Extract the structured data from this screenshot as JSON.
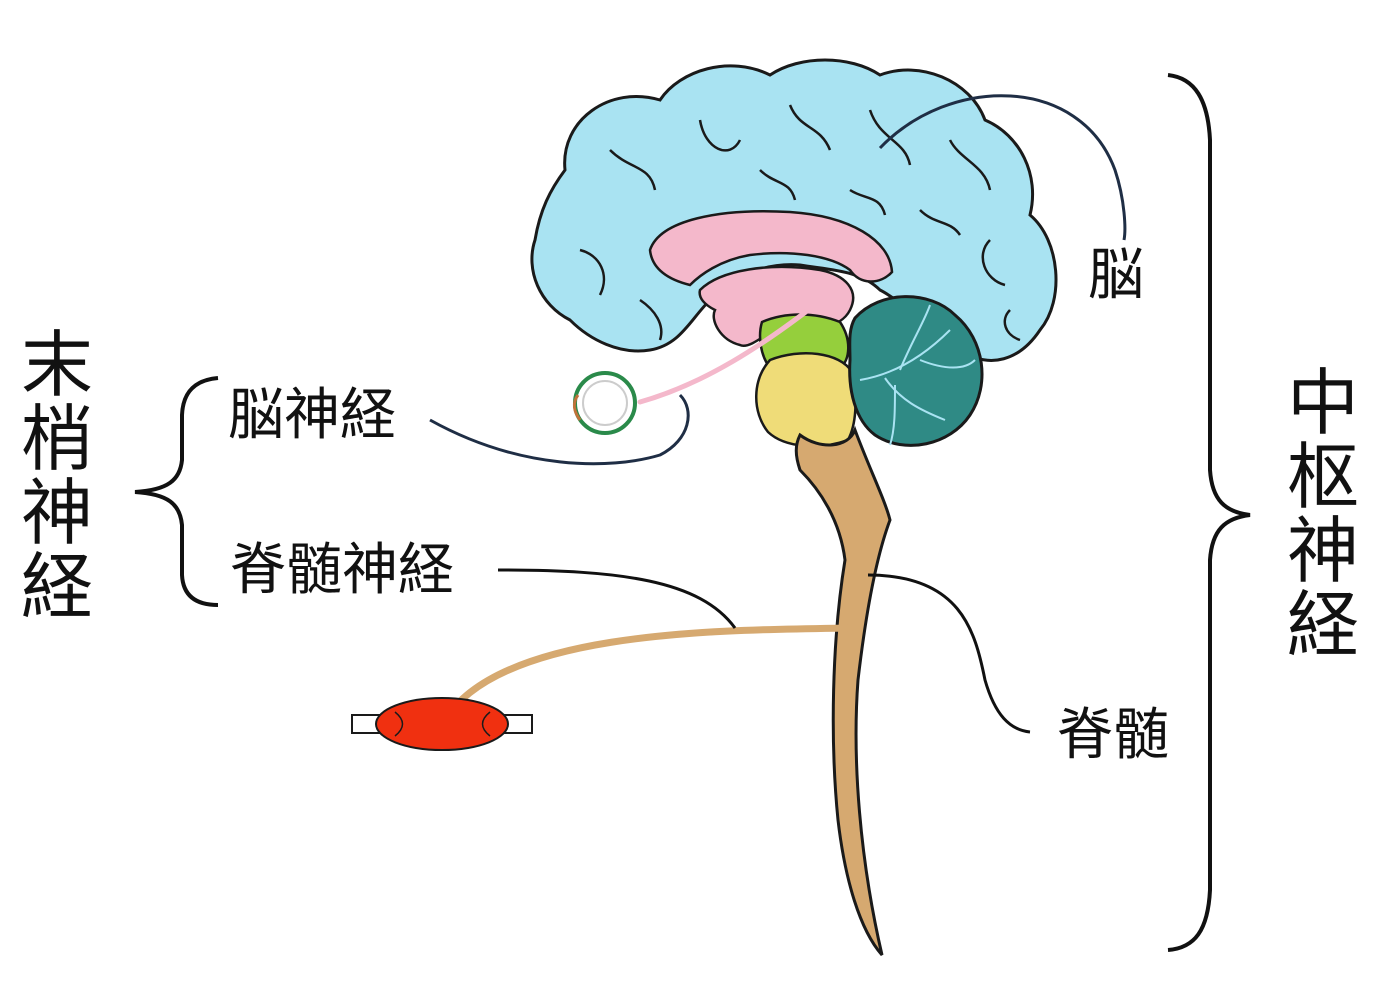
{
  "labels": {
    "peripheral": "末梢神経",
    "central": "中枢神経",
    "brain": "脳",
    "cranial_nerve": "脳神経",
    "spinal_nerve": "脊髄神経",
    "spinal_cord": "脊髄"
  },
  "colors": {
    "cerebrum": "#a9e3f2",
    "corpus_callosum": "#f4b8cb",
    "midbrain": "#95cf3c",
    "pons": "#efdc78",
    "cerebellum": "#2f8a85",
    "spinal_cord": "#d6a970",
    "eye": "#2a8a4a",
    "muscle": "#f03010",
    "outline": "#1a1a1a",
    "leader": "#1f2e45"
  }
}
